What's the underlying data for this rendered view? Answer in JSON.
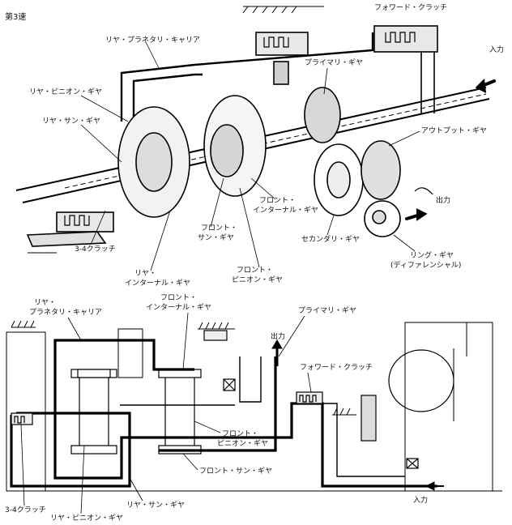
{
  "title": "第3速",
  "upper": {
    "forward_clutch": "フォワード・クラッチ",
    "rear_planetary_carrier": "リヤ・プラネタリ・キャリア",
    "input": "入力",
    "primary_gear": "プライマリ・ギヤ",
    "rear_pinion_gear": "リヤ・ピニオン・ギヤ",
    "rear_sun_gear": "リヤ・サン・ギヤ",
    "output_gear": "アウトプット・ギヤ",
    "front_internal_gear_1": "フロント・",
    "front_internal_gear_2": "インターナル・ギヤ",
    "output": "出力",
    "front_sun_gear_1": "フロント・",
    "front_sun_gear_2": "サン・ギヤ",
    "secondary_gear": "セカンダリ・ギヤ",
    "ring_gear_1": "リング・ギヤ",
    "ring_gear_2": "(ディファレンシャル)",
    "clutch_34": "3-4クラッチ",
    "rear_internal_gear_1": "リヤ・",
    "rear_internal_gear_2": "インターナル・ギヤ",
    "front_pinion_gear_1": "フロント・",
    "front_pinion_gear_2": "ピニオン・ギヤ"
  },
  "lower": {
    "rear_planetary_carrier_1": "リヤ・",
    "rear_planetary_carrier_2": "プラネタリ・キャリア",
    "front_internal_gear_1": "フロント・",
    "front_internal_gear_2": "インターナル・ギヤ",
    "primary_gear": "プライマリ・ギヤ",
    "output": "出力",
    "forward_clutch": "フォワード・クラッチ",
    "front_pinion_gear_1": "フロント・",
    "front_pinion_gear_2": "ピニオン・ギヤ",
    "front_sun_gear": "フロント・サン・ギヤ",
    "input": "入力",
    "clutch_34": "3-4クラッチ",
    "rear_sun_gear": "リヤ・サン・ギヤ",
    "rear_pinion_gear": "リヤ・ピニオン・ギヤ"
  }
}
